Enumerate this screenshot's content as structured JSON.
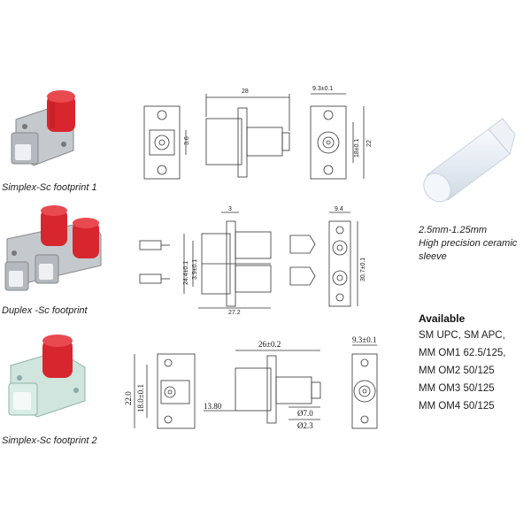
{
  "rows": [
    {
      "caption": "Simplex-Sc footprint 1",
      "dims": {
        "length": "28",
        "width": "9.3±0.1",
        "height": "3.6",
        "hole": "18±0.1",
        "total": "22"
      }
    },
    {
      "caption": "Duplex  -Sc footprint",
      "dims": {
        "top": "3",
        "width": "9.4",
        "bottom": "27.2",
        "left_a": "24.4±0.1",
        "left_b": "3.9±0.1",
        "right": "30.7±0.1"
      }
    },
    {
      "caption": "Simplex-Sc footprint  2",
      "dims": {
        "length": "26±0.2",
        "width": "9.3±0.1",
        "height": "22.0",
        "inner": "18.0±0.1",
        "depth": "13.80",
        "dia1": "Ø7.0",
        "dia2": "Ø2.3"
      }
    }
  ],
  "sleeve": {
    "line1": "2.5mm-1.25mm",
    "line2": "High precision ceramic",
    "line3": "sleeve"
  },
  "available": {
    "title": "Available",
    "items": [
      "SM UPC, SM APC,",
      "MM OM1 62.5/125,",
      "MM OM2 50/125",
      "MM OM3 50/125",
      "MM OM4 50/125"
    ]
  },
  "colors": {
    "red_cap": "#d8262e",
    "metal": "#b9bec3",
    "ceramic": "#eef2f7",
    "line": "#333333"
  }
}
